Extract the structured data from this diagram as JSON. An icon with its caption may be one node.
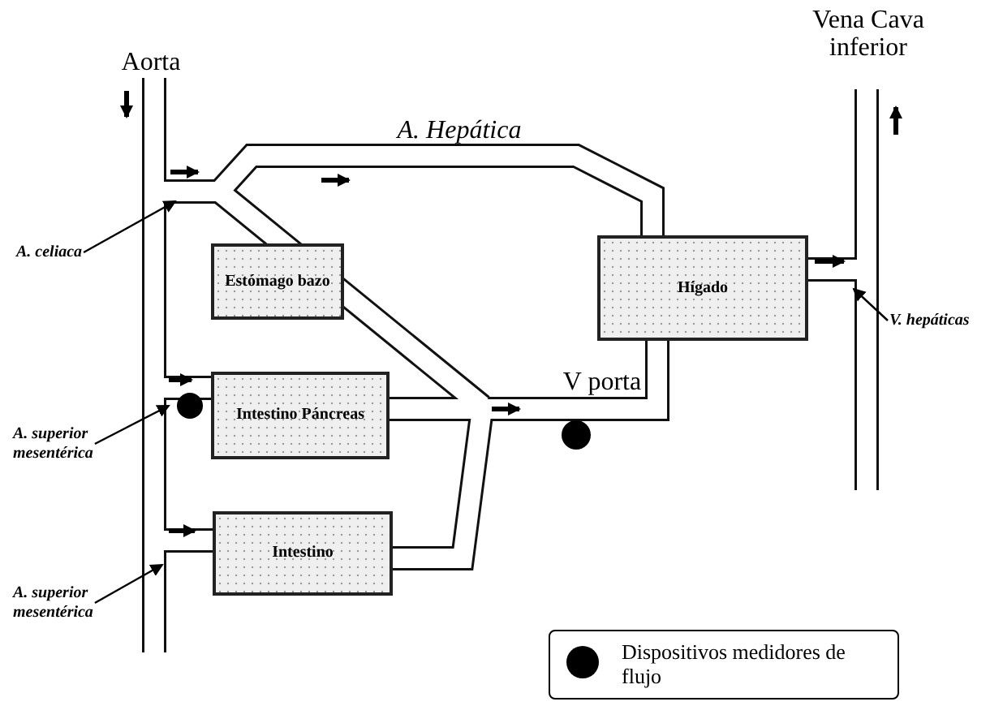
{
  "diagram": {
    "nodes": [
      {
        "text": [
          "Estómago bazo"
        ]
      },
      {
        "text": [
          "Intestino Páncreas"
        ]
      },
      {
        "text": [
          "Intestino"
        ]
      },
      {
        "text": [
          "Hígado"
        ]
      },
      {
        "text": [
          "A. celiaca"
        ]
      },
      {
        "text": [
          "A. superior mesentérica"
        ]
      },
      {
        "text": [
          "A. superior mesentérica"
        ]
      },
      {
        "text": [
          "V. hepáticas"
        ]
      }
    ],
    "edges": [
      {
        "from": 4,
        "to": null,
        "arrow": "to"
      },
      {
        "from": 5,
        "to": null,
        "arrow": "to"
      },
      {
        "from": 6,
        "to": null,
        "arrow": "to"
      },
      {
        "from": 7,
        "to": null,
        "arrow": "to"
      }
    ],
    "labels": [
      "Aorta",
      "A. Hepática",
      "Vena Cava inferior",
      "V porta"
    ],
    "legend": [
      {
        "text": "Dispositivos medidores de flujo",
        "color": "#000000"
      }
    ]
  }
}
